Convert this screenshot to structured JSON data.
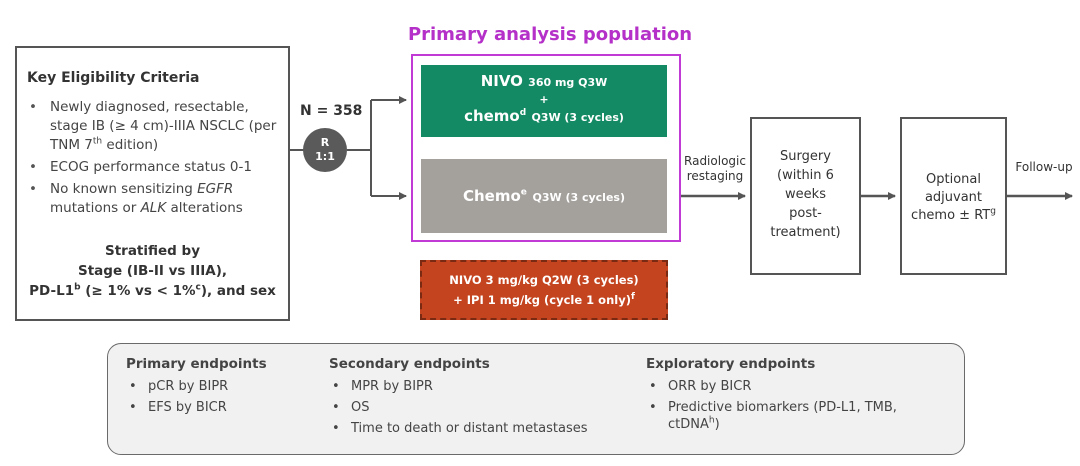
{
  "eligibility": {
    "title": "Key Eligibility Criteria",
    "items": [
      {
        "a": "Newly diagnosed, resectable, stage IB (≥ 4 cm)-IIIA NSCLC (per TNM 7",
        "sup": "th",
        "b": " edition)"
      },
      {
        "text": "ECOG performance status 0-1"
      },
      {
        "a": "No known sensitizing ",
        "em1": "EGFR",
        "b": " mutations or ",
        "em2": "ALK",
        "c": " alterations"
      }
    ],
    "stratified": {
      "title": "Stratified by",
      "line1": "Stage (IB-II vs IIIA),",
      "l2_a": "PD-L1",
      "l2_sup1": "b",
      "l2_b": " (≥ 1% vs < 1%",
      "l2_sup2": "c",
      "l2_c": "), and sex"
    }
  },
  "randomization": {
    "n": "N = 358",
    "r": "R",
    "ratio": "1:1"
  },
  "primary_population": {
    "title": "Primary analysis population",
    "arm_nivo": {
      "drug": "NIVO",
      "dose": "360 mg Q3W",
      "plus": "+",
      "chemo": "chemo",
      "sup": "d",
      "sched": "Q3W (3 cycles)"
    },
    "arm_chemo": {
      "drug": "Chemo",
      "sup": "e",
      "sched": "Q3W (3 cycles)"
    }
  },
  "arm_ipi": {
    "line1": "NIVO 3 mg/kg Q2W (3 cycles)",
    "line2": "+ IPI 1 mg/kg (cycle 1 only)",
    "sup": "f"
  },
  "flow": {
    "restaging": [
      "Radiologic",
      "restaging"
    ],
    "surgery": [
      "Surgery",
      "(within 6",
      "weeks",
      "post-",
      "treatment)"
    ],
    "adjuvant": [
      "Optional",
      "adjuvant"
    ],
    "adjuvant_line3": "chemo ± RT",
    "adjuvant_sup": "g",
    "followup": "Follow-up"
  },
  "endpoints": {
    "primary": {
      "title": "Primary endpoints",
      "items": [
        "pCR by BIPR",
        "EFS by BICR"
      ]
    },
    "secondary": {
      "title": "Secondary endpoints",
      "items": [
        "MPR by BIPR",
        "OS",
        "Time to death or distant metastases"
      ]
    },
    "exploratory": {
      "title": "Exploratory endpoints",
      "items": [
        "ORR by BICR"
      ],
      "item2_a": "Predictive biomarkers (PD-L1, TMB, ctDNA",
      "item2_sup": "h",
      "item2_b": ")"
    }
  }
}
